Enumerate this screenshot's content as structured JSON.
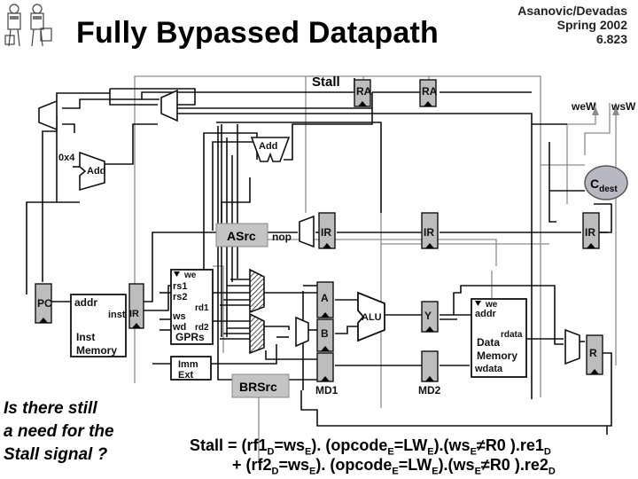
{
  "slide": {
    "title": "Fully Bypassed Datapath",
    "course": {
      "line1": "Asanovic/Devadas",
      "line2": "Spring 2002",
      "line3": "6.823"
    }
  },
  "diagram": {
    "stall": "Stall",
    "ir_latch": "IR",
    "ra_latch": "RA",
    "pc": "PC",
    "addr": "addr",
    "inst": "inst",
    "inst_memory_l1": "Inst",
    "inst_memory_l2": "Memory",
    "gprs": "GPRs",
    "we": "we",
    "rs1": "rs1",
    "rs2": "rs2",
    "rd1": "rd1",
    "rd2": "rd2",
    "ws": "ws",
    "wd": "wd",
    "imm_ext_l1": "Imm",
    "imm_ext_l2": "Ext",
    "adder": "Add",
    "const_4": "0x4",
    "asrc": "ASrc",
    "brsrc": "BRSrc",
    "nop": "nop",
    "a_latch": "A",
    "b_latch": "B",
    "alu": "ALU",
    "y_latch": "Y",
    "md1": "MD1",
    "md2": "MD2",
    "r_latch": "R",
    "dm_we": "we",
    "dm_addr": "addr",
    "dm_rdata": "rdata",
    "dm_wdata": "wdata",
    "data_memory_l1": "Data",
    "data_memory_l2": "Memory",
    "wew": "weW",
    "wsw": "wsW",
    "cdest_c": "C",
    "cdest_sub": "dest"
  },
  "question": {
    "line1": "Is there still",
    "line2": "a need for the",
    "line3": "Stall signal ?"
  },
  "formula": {
    "line1": {
      "a": "Stall = (rf1",
      "b": "D",
      "c": "=ws",
      "d": "E",
      "e": "). (opcode",
      "f": "E",
      "g": "=LW",
      "h": "E",
      "i": ").(ws",
      "j": "E",
      "k": "≠",
      "l": "R0 ).re1",
      "m": "D"
    },
    "line2": {
      "a": "+ (rf2",
      "b": "D",
      "c": "=ws",
      "d": "E",
      "e": "). (opcode",
      "f": "E",
      "g": "=LW",
      "h": "E",
      "i": ").(ws",
      "j": "E",
      "k": "≠",
      "l": "R0 ).re2",
      "m": "D"
    }
  },
  "colors": {
    "wire": "#111111",
    "control_wire": "#8c8c8c",
    "latch_fill": "#bdbdbd",
    "label_box": "#c4c4c4",
    "cdest_fill": "#b8b8c2"
  }
}
